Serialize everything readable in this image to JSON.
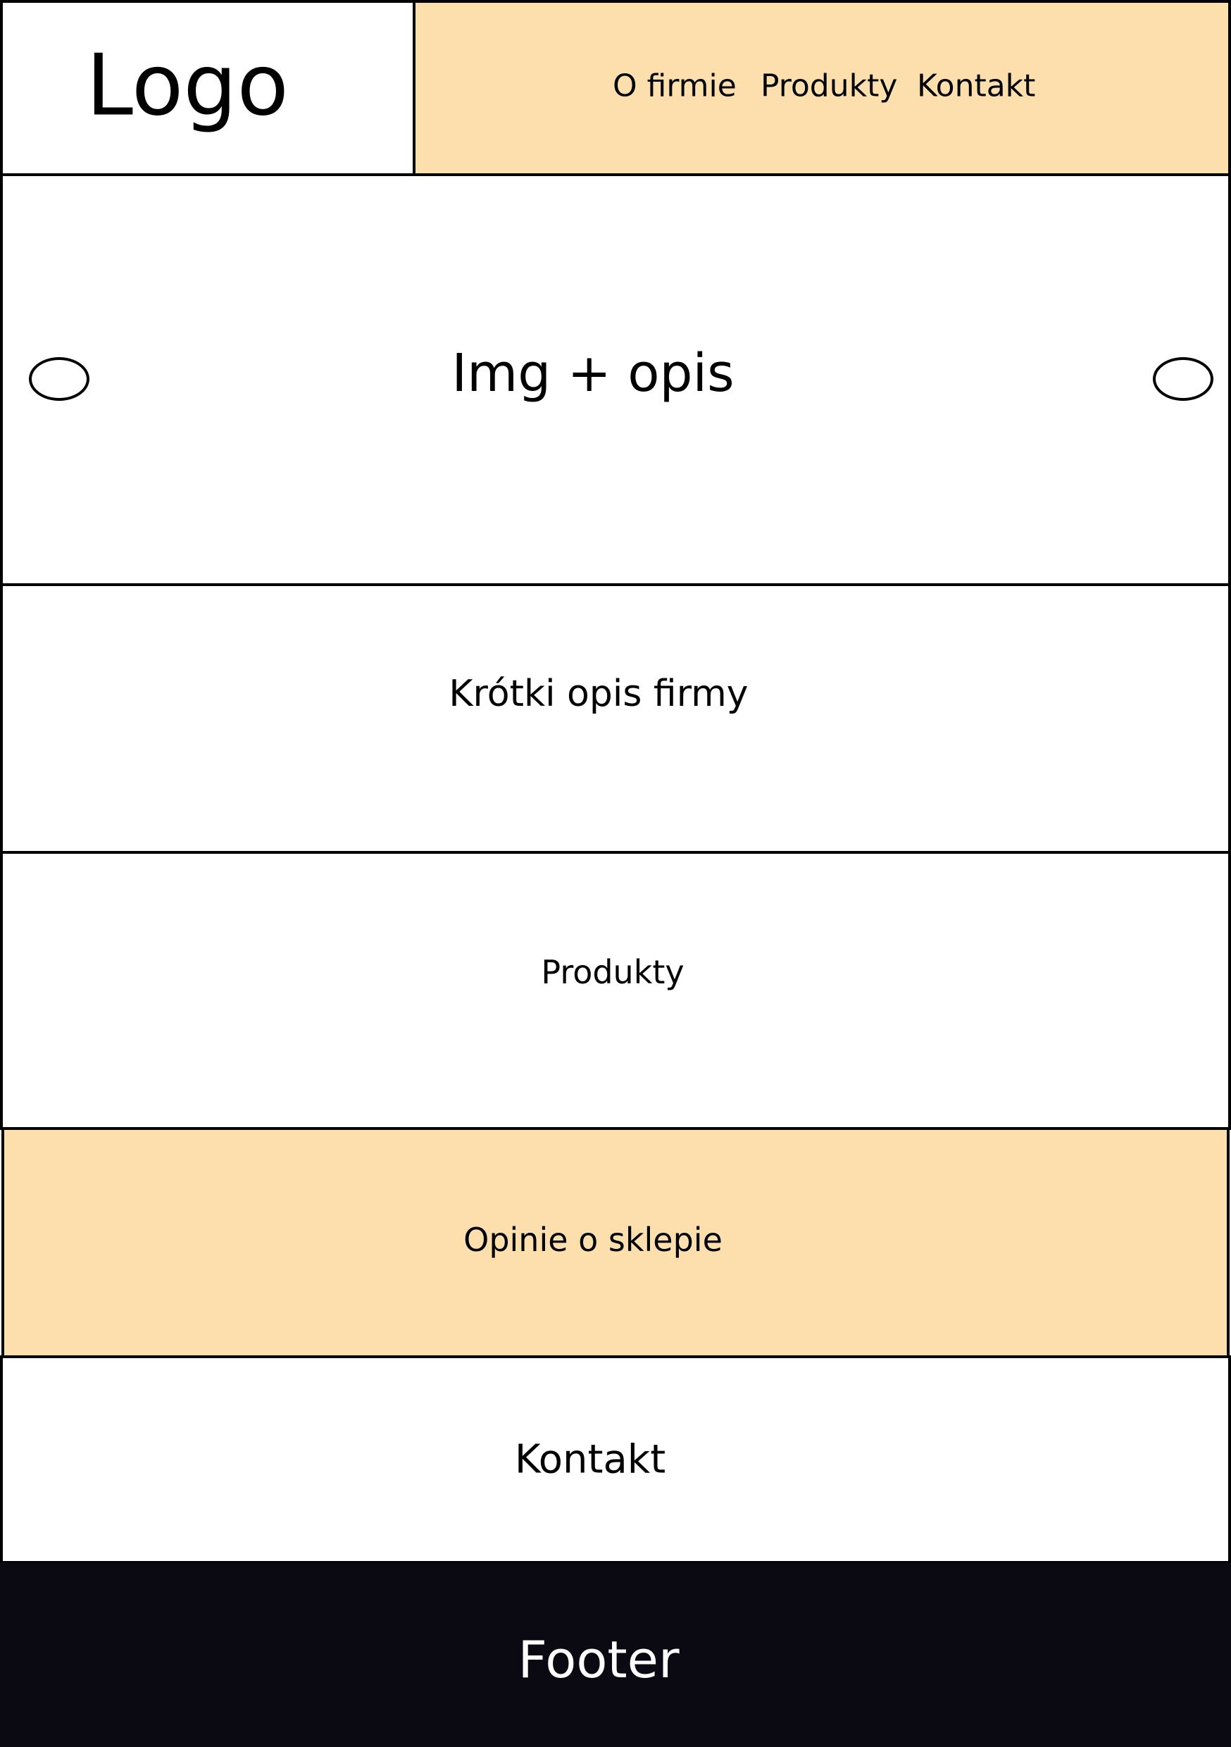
{
  "header": {
    "logo": "Logo",
    "nav": [
      "O firmie",
      "Produkty",
      "Kontakt"
    ]
  },
  "hero": {
    "label": "Img + opis"
  },
  "sections": {
    "about": "Krótki opis firmy",
    "products": "Produkty",
    "reviews": "Opinie o sklepie",
    "contact": "Kontakt"
  },
  "footer": {
    "label": "Footer"
  },
  "colors": {
    "accent": "#fddfae",
    "footer_bg": "#0b0a12",
    "border": "#000000"
  }
}
